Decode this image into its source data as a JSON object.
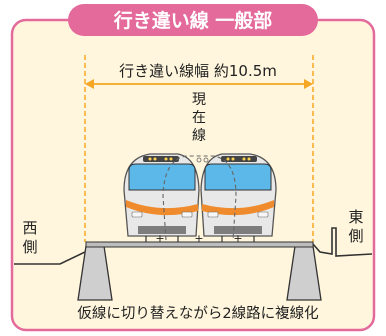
{
  "header": {
    "title": "行き違い線 一般部"
  },
  "width_label": "行き違い線幅 約10.5m",
  "center_label": [
    "現",
    "在",
    "線"
  ],
  "west_label": [
    "西",
    "側"
  ],
  "east_label": [
    "東",
    "側"
  ],
  "caption": "仮線に切り替えながら2線路に複線化",
  "colors": {
    "panel_bg": "#fff6dd",
    "panel_border": "#e46a9c",
    "header_bg": "#e46a9c",
    "header_text": "#ffffff",
    "dimension_line": "#f5a623",
    "train_stripe": "#ef8b2c",
    "train_window": "#5bb8e8",
    "train_body": "#e8e8e8"
  }
}
